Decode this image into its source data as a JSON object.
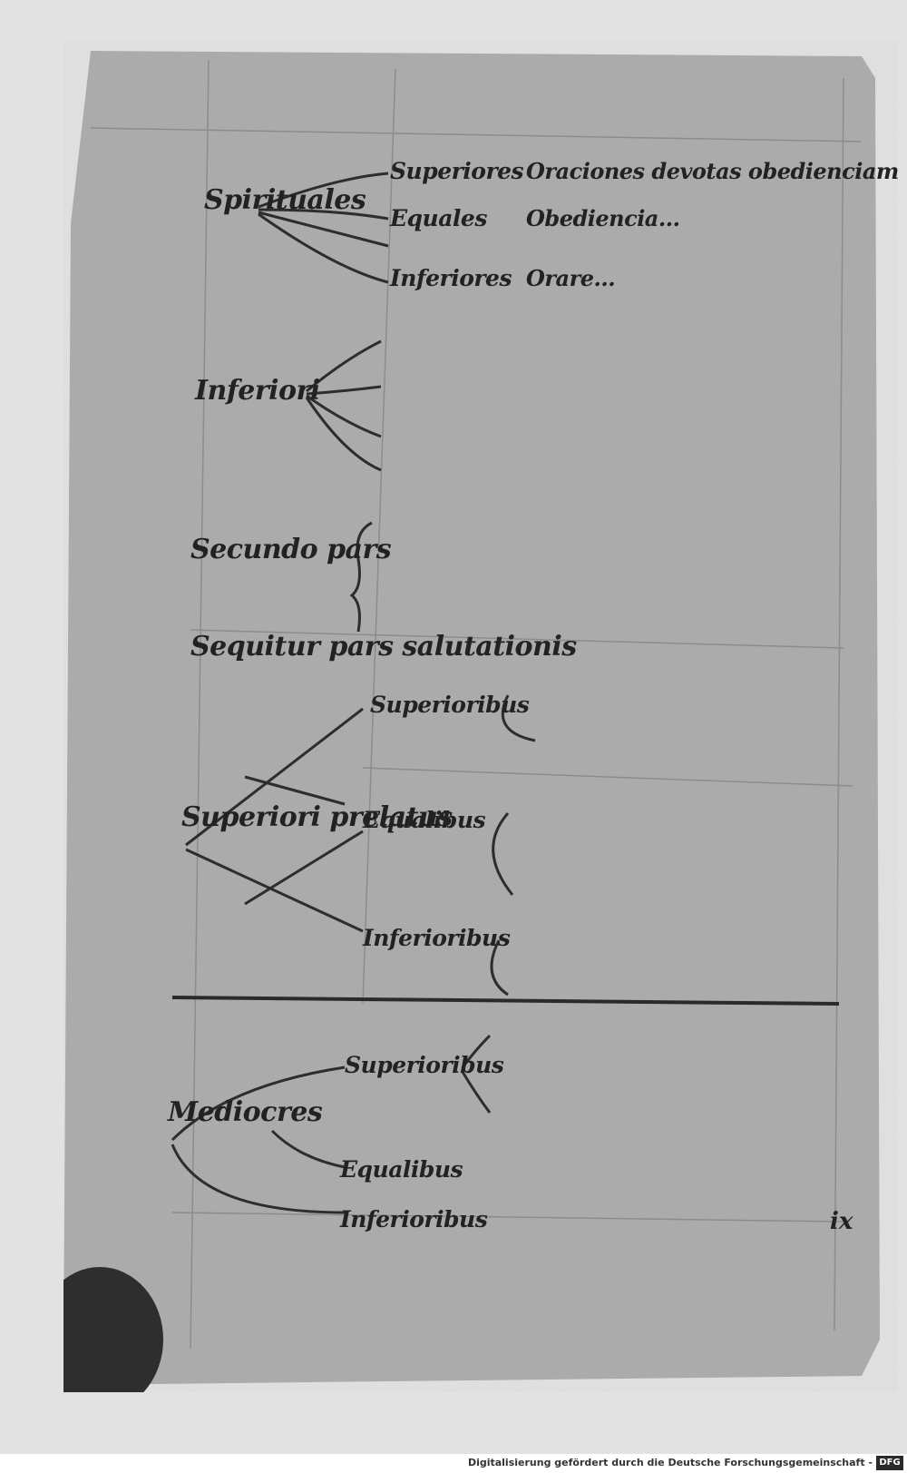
{
  "manuscript": {
    "sections": [
      {
        "head": "Spirituales",
        "branches": [
          {
            "label": "Superiores",
            "text": "Oraciones devotas obedienciam"
          },
          {
            "label": "Equales",
            "text": "Obediencia..."
          },
          {
            "label": "Inferiores",
            "text": "Orare..."
          }
        ]
      },
      {
        "head": "Inferiori",
        "branches": []
      },
      {
        "head": "Secundo pars",
        "branches": []
      },
      {
        "head": "Sequitur pars salutationis",
        "branches": []
      },
      {
        "head": "Superiori prelatus",
        "branches": [
          {
            "label": "Superioribus",
            "text": ""
          },
          {
            "label": "Equalibus",
            "text": ""
          },
          {
            "label": "Inferioribus",
            "text": ""
          }
        ]
      },
      {
        "head": "Mediocres",
        "branches": [
          {
            "label": "Superioribus",
            "text": ""
          },
          {
            "label": "Equalibus",
            "text": ""
          },
          {
            "label": "Inferioribus",
            "text": ""
          }
        ]
      }
    ],
    "folio": "ix"
  },
  "footer": {
    "credit": "Digitalisierung gefördert durch die Deutsche Forschungsgemeinschaft -",
    "logo": "DFG"
  },
  "colors": {
    "parchment": "#a8a8a8",
    "ink": "#222222",
    "background": "#e2e2e2"
  }
}
